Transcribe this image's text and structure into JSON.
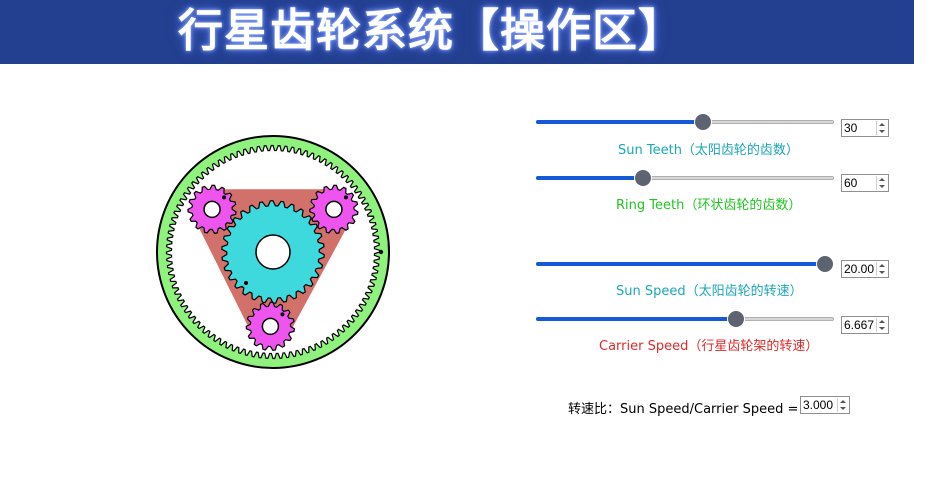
{
  "header": {
    "title": "行星齿轮系统【操作区】"
  },
  "controls": {
    "sun_teeth": {
      "label": "Sun Teeth（太阳齿轮的齿数）",
      "value": "30",
      "slider_fraction": 0.56,
      "color": "#1aa7b8"
    },
    "ring_teeth": {
      "label": "Ring Teeth（环状齿轮的齿数）",
      "value": "60",
      "slider_fraction": 0.36,
      "color": "#22c422"
    },
    "sun_speed": {
      "label": "Sun Speed（太阳齿轮的转速）",
      "value": "20.00",
      "slider_fraction": 0.97,
      "color": "#1aa7b8"
    },
    "carrier_speed": {
      "label": "Carrier Speed（行星齿轮架的转速）",
      "value": "6.667",
      "slider_fraction": 0.67,
      "color": "#e02a2a"
    }
  },
  "ratio": {
    "label": "转速比：Sun Speed/Carrier Speed =",
    "value": "3.000"
  },
  "gears": {
    "ring_color": "#8ef27d",
    "carrier_color": "#f07e76",
    "sun_color": "#3dd9dd",
    "planet_color": "#ee55ee"
  }
}
